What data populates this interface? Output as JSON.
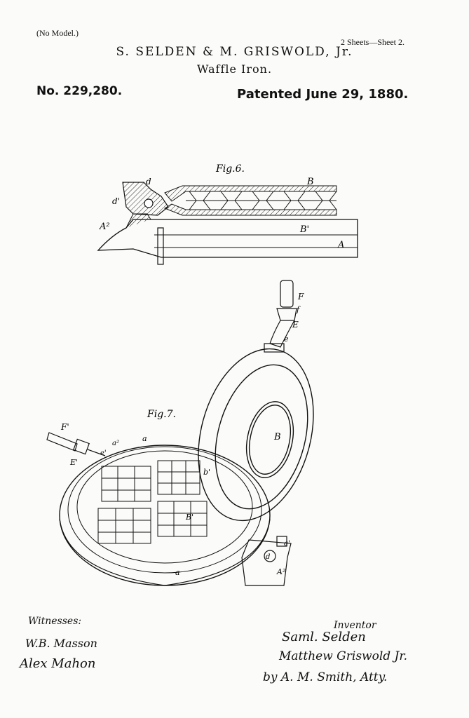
{
  "header": {
    "model_note": "(No Model.)",
    "sheet_note": "2 Sheets—Sheet 2.",
    "inventors": "S. SELDEN & M. GRISWOLD, Jr.",
    "title": "Waffle Iron.",
    "patent_number": "No. 229,280.",
    "patent_date": "Patented June 29, 1880."
  },
  "figures": {
    "fig6": {
      "label": "Fig.6.",
      "refs": {
        "d": "d",
        "d1": "d'",
        "a2": "A²",
        "b": "B",
        "b1": "B'",
        "a": "A"
      }
    },
    "fig7": {
      "label": "Fig.7.",
      "refs": {
        "f": "F",
        "f_small": "f",
        "e_big": "E",
        "e": "e",
        "f1": "F'",
        "e1": "E'",
        "e1_small": "e'",
        "a2": "a²",
        "a": "a",
        "b": "B",
        "b1": "B'",
        "b2": "b'",
        "d": "d",
        "a1": "a'",
        "a_big2": "A²",
        "a_low": "a"
      }
    }
  },
  "footer": {
    "witnesses_label": "Witnesses:",
    "witness1": "W.B. Masson",
    "witness2": "Alex Mahon",
    "inventor_label": "Inventor",
    "inventor1": "Saml. Selden",
    "inventor2": "Matthew Griswold Jr.",
    "attorney": "by A. M. Smith, Atty."
  }
}
